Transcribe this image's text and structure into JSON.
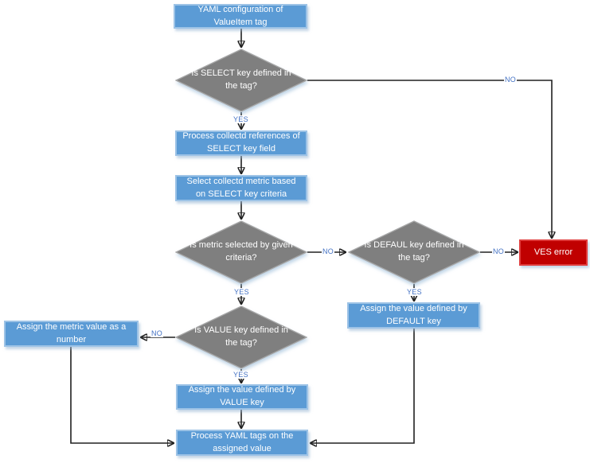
{
  "diagram": {
    "nodes": {
      "yaml_config": {
        "label": "YAML configuration of ValueItem tag",
        "type": "process"
      },
      "is_select_key": {
        "label": "Is SELECT key defined in the tag?",
        "type": "decision"
      },
      "process_references": {
        "label": "Process collectd references of SELECT key field",
        "type": "process"
      },
      "select_metric": {
        "label": "Select collectd metric based on SELECT key criteria",
        "type": "process"
      },
      "is_metric_selected": {
        "label": "Is metric selected by given criteria?",
        "type": "decision"
      },
      "is_default_key": {
        "label": "Is DEFAUL key defined in the tag?",
        "type": "decision"
      },
      "ves_error": {
        "label": "VES error",
        "type": "error"
      },
      "assign_default": {
        "label": "Assign the value defined by DEFAULT key",
        "type": "process"
      },
      "is_value_key": {
        "label": "Is VALUE key defined in the tag?",
        "type": "decision"
      },
      "assign_metric": {
        "label": "Assign the metric value as a number",
        "type": "process"
      },
      "assign_value": {
        "label": "Assign the value defined by VALUE key",
        "type": "process"
      },
      "process_yaml_tags": {
        "label": "Process YAML tags on the assigned value",
        "type": "process"
      }
    },
    "edge_labels": {
      "yes": "YES",
      "no": "NO"
    },
    "edges": [
      {
        "from": "yaml_config",
        "to": "is_select_key",
        "label": ""
      },
      {
        "from": "is_select_key",
        "to": "process_references",
        "label": "YES"
      },
      {
        "from": "is_select_key",
        "to": "ves_error",
        "label": "NO"
      },
      {
        "from": "process_references",
        "to": "select_metric",
        "label": ""
      },
      {
        "from": "select_metric",
        "to": "is_metric_selected",
        "label": ""
      },
      {
        "from": "is_metric_selected",
        "to": "is_value_key",
        "label": "YES"
      },
      {
        "from": "is_metric_selected",
        "to": "is_default_key",
        "label": "NO"
      },
      {
        "from": "is_default_key",
        "to": "assign_default",
        "label": "YES"
      },
      {
        "from": "is_default_key",
        "to": "ves_error",
        "label": "NO"
      },
      {
        "from": "is_value_key",
        "to": "assign_value",
        "label": "YES"
      },
      {
        "from": "is_value_key",
        "to": "assign_metric",
        "label": "NO"
      },
      {
        "from": "assign_default",
        "to": "process_yaml_tags",
        "label": ""
      },
      {
        "from": "assign_metric",
        "to": "process_yaml_tags",
        "label": ""
      },
      {
        "from": "assign_value",
        "to": "process_yaml_tags",
        "label": ""
      }
    ],
    "colors": {
      "process_fill": "#5B9BD5",
      "process_border": "#9DC3E6",
      "decision_fill": "#7F7F7F",
      "decision_border": "#A6A6A6",
      "error_fill": "#C00000",
      "error_border": "#E03C3C",
      "edge_label_text": "#4472C4",
      "connector": "#212121",
      "node_text": "#FFFFFF"
    }
  }
}
